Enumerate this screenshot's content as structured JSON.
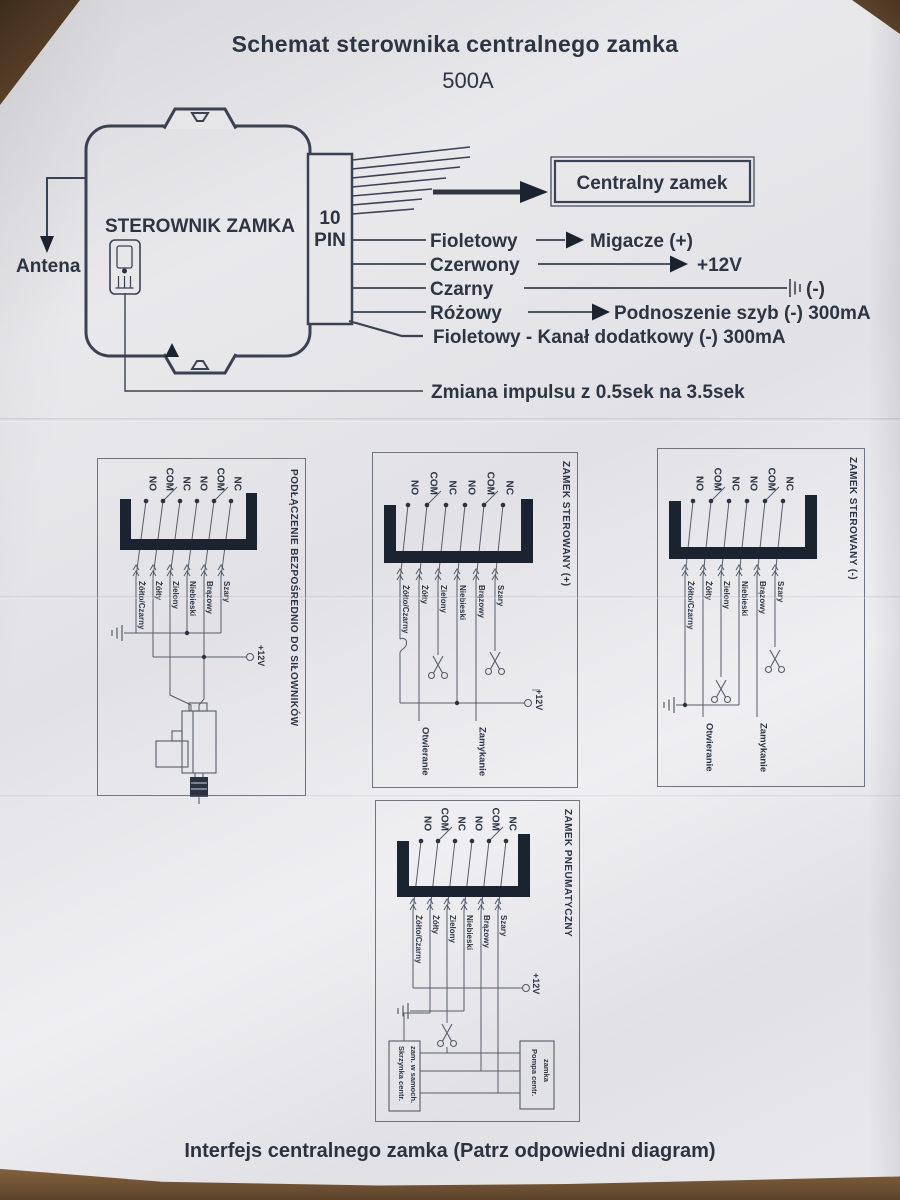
{
  "header": {
    "title": "Schemat sterownika centralnego zamka",
    "model": "500A"
  },
  "top_diagram": {
    "controller_label": "STEROWNIK ZAMKA",
    "antenna_label": "Antena",
    "connector_pin_count": "10",
    "connector_pin_label": "PIN",
    "central_lock_label": "Centralny zamek",
    "wire_rows": [
      {
        "color": "Fioletowy",
        "target": "Migacze (+)"
      },
      {
        "color": "Czerwony",
        "target": "+12V"
      },
      {
        "color": "Czarny",
        "target": "(-)"
      },
      {
        "color": "Różowy",
        "target": "Podnoszenie szyb (-) 300mA"
      }
    ],
    "extra_channel_note": "Fioletowy - Kanał dodatkowy (-) 300mA",
    "impulse_note": "Zmiana impulsu z 0.5sek na 3.5sek"
  },
  "connector_panels": {
    "terminals_display_order": [
      "NO",
      "COM",
      "NC",
      "NO",
      "COM",
      "NC"
    ],
    "wire_colors_display_order": [
      "Żółto/Czarny",
      "Żółty",
      "Zielony",
      "Niebieski",
      "Brązowy",
      "Szary"
    ],
    "direct": {
      "title": "PODŁĄCZENIE BEZPOŚREDNIO DO SIŁOWNIKÓW",
      "power_label": "+12V"
    },
    "positive": {
      "title": "ZAMEK STEROWANY (+)",
      "power_label": "+12V",
      "close_label": "Zamykanie",
      "open_label": "Otwieranie"
    },
    "negative": {
      "title": "ZAMEK STEROWANY (-)",
      "close_label": "Zamykanie",
      "open_label": "Otwieranie"
    },
    "pneumatic": {
      "title": "ZAMEK PNEUMATYCZNY",
      "power_label": "+12V",
      "pump_box_line1": "Pompa centr.",
      "pump_box_line2": "zamka",
      "car_box_line1": "Skrzynka centr.",
      "car_box_line2": "zam. w samoch."
    }
  },
  "footer": {
    "caption": "Interfejs centralnego zamka (Patrz odpowiedni diagram)"
  }
}
